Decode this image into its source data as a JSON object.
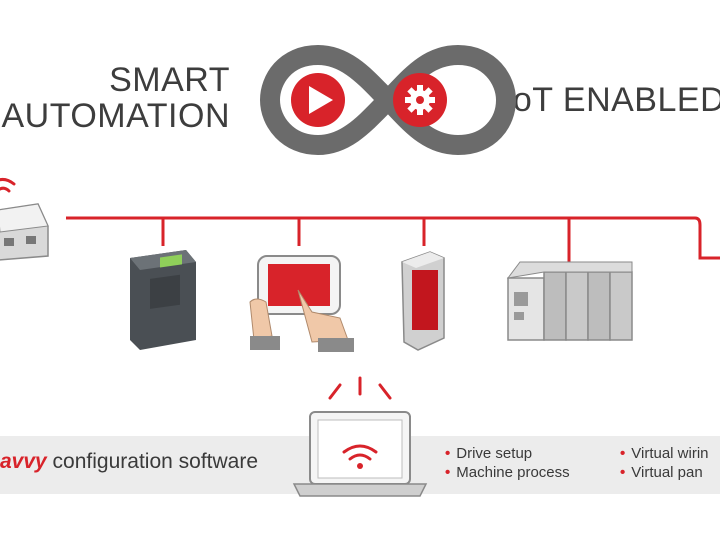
{
  "header": {
    "left_line1": "SMART",
    "left_line2": "AUTOMATION",
    "right": "IIoT ENABLED"
  },
  "software": {
    "brand_fragment": "avvy",
    "label": " configuration software"
  },
  "features": {
    "col1": [
      "Drive setup",
      "Machine process"
    ],
    "col2": [
      "Virtual wirin",
      "Virtual pan"
    ]
  },
  "colors": {
    "accent": "#d8232a",
    "gray": "#6b6b6b",
    "band": "#ececec"
  },
  "icons": [
    "infinity-logo-icon",
    "play-icon",
    "gear-icon",
    "router-icon",
    "wifi-icon",
    "drive-icon",
    "tablet-touch-icon",
    "sensor-icon",
    "plc-icon",
    "laptop-wifi-icon"
  ]
}
